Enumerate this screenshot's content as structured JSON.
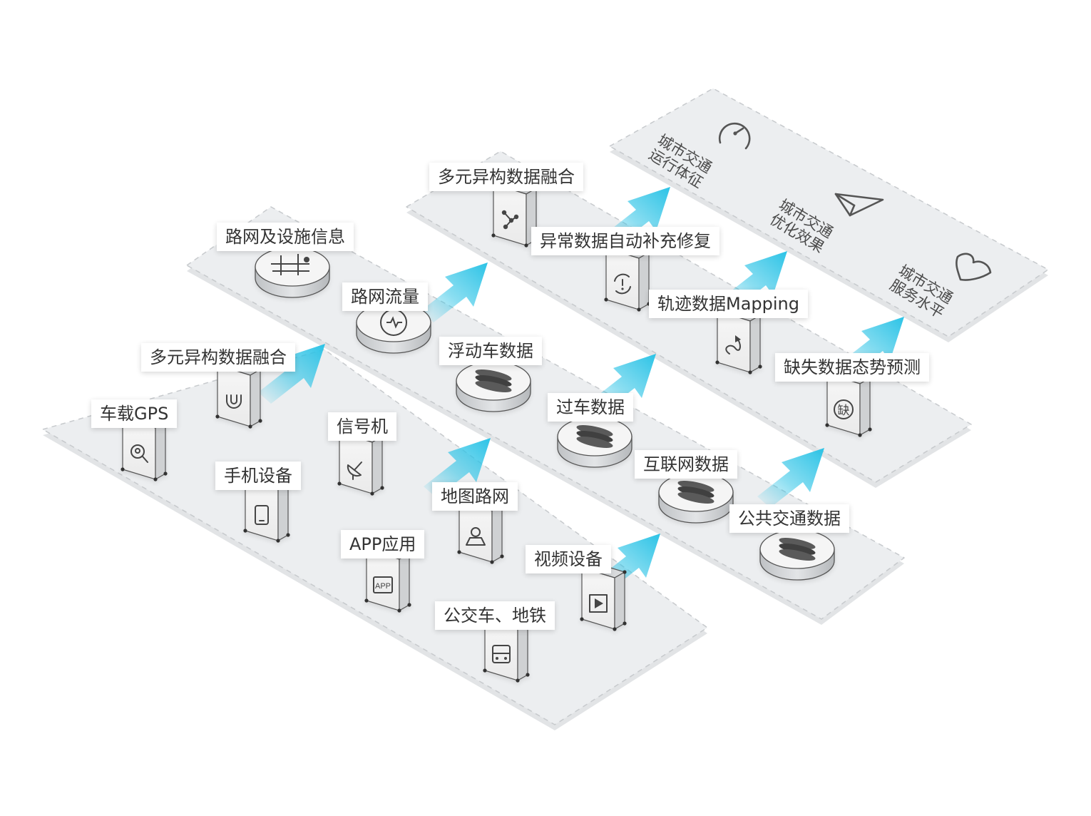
{
  "sources": {
    "gps": "车载GPS",
    "fusion_left": "多元异构数据融合",
    "phone": "手机设备",
    "signal": "信号机",
    "map": "地图路网",
    "app": "APP应用",
    "video": "视频设备",
    "transit": "公交车、地铁"
  },
  "icons": {
    "gps": "map-pin-search-icon",
    "fusion_left": "magnet-icon",
    "phone": "tablet-icon",
    "signal": "satellite-dish-icon",
    "map": "map-location-icon",
    "app": "app-icon",
    "video": "video-play-icon",
    "transit": "bus-icon",
    "road": "road-grid-icon",
    "flow": "flow-icon",
    "fusion": "network-nodes-icon",
    "anomaly": "alert-cycle-icon",
    "mapping": "route-icon",
    "missing": "missing-char-icon",
    "speed": "speedometer-icon",
    "send": "paper-plane-icon",
    "heart": "heart-icon"
  },
  "app_icon_text": "APP",
  "missing_icon_text": "缺",
  "data_layer": {
    "road_facility": "路网及设施信息",
    "road_flow": "路网流量",
    "floating_car": "浮动车数据",
    "passing_car": "过车数据",
    "internet": "互联网数据",
    "public_transit": "公共交通数据"
  },
  "processing": {
    "fusion": "多元异构数据融合",
    "anomaly_fix": "异常数据自动补充修复",
    "trajectory_mapping": "轨迹数据Mapping",
    "missing_forecast": "缺失数据态势预测"
  },
  "outputs": {
    "operation": [
      "城市交通",
      "运行体征"
    ],
    "optimization": [
      "城市交通",
      "优化效果"
    ],
    "service": [
      "城市交通",
      "服务水平"
    ]
  },
  "colors": {
    "arrow": "#2cc3e6",
    "platform": "#eceef0",
    "platform_edge": "#c7cacd",
    "label_text": "#333333"
  }
}
